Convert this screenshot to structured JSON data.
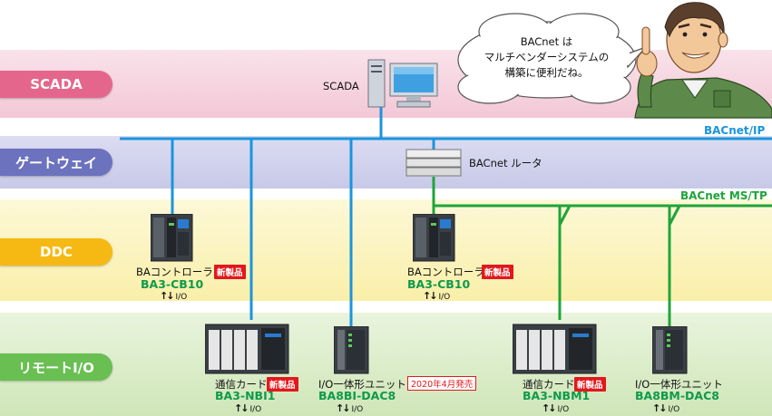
{
  "layers": {
    "scada": "SCADA",
    "gateway": "ゲートウェイ",
    "ddc": "DDC",
    "remote_io": "リモートI/O"
  },
  "networks": {
    "ip": "BACnet/IP",
    "mstp": "BACnet MS/TP"
  },
  "speech_bubble": {
    "line1": "BACnet は",
    "line2": "マルチベンダーシステムの",
    "line3": "構築に便利だね。"
  },
  "scada_pc": {
    "label": "SCADA"
  },
  "router": {
    "label": "BACnet ルータ"
  },
  "devices": {
    "controller_left": {
      "name": "BAコントローラ",
      "badge": "新製品",
      "model": "BA3-CB10",
      "io": "I/O"
    },
    "controller_right": {
      "name": "BAコントローラ",
      "badge": "新製品",
      "model": "BA3-CB10",
      "io": "I/O"
    },
    "card_nbi1": {
      "name": "通信カード",
      "badge": "新製品",
      "model": "BA3-NBI1",
      "io": "I/O"
    },
    "io_unit_dac8_bi": {
      "name": "I/O一体形ユニット",
      "date_badge": "2020年4月発売",
      "model": "BA8BI-DAC8",
      "io": "I/O"
    },
    "card_nbm1": {
      "name": "通信カード",
      "badge": "新製品",
      "model": "BA3-NBM1",
      "io": "I/O"
    },
    "io_unit_dac8_bm": {
      "name": "I/O一体形ユニット",
      "model": "BA8BM-DAC8",
      "io": "I/O"
    }
  },
  "colors": {
    "ip_line": "#1a95dc",
    "mstp_line": "#1fa43a",
    "new_badge": "#e2181d",
    "model_text": "#0f9a4a"
  }
}
